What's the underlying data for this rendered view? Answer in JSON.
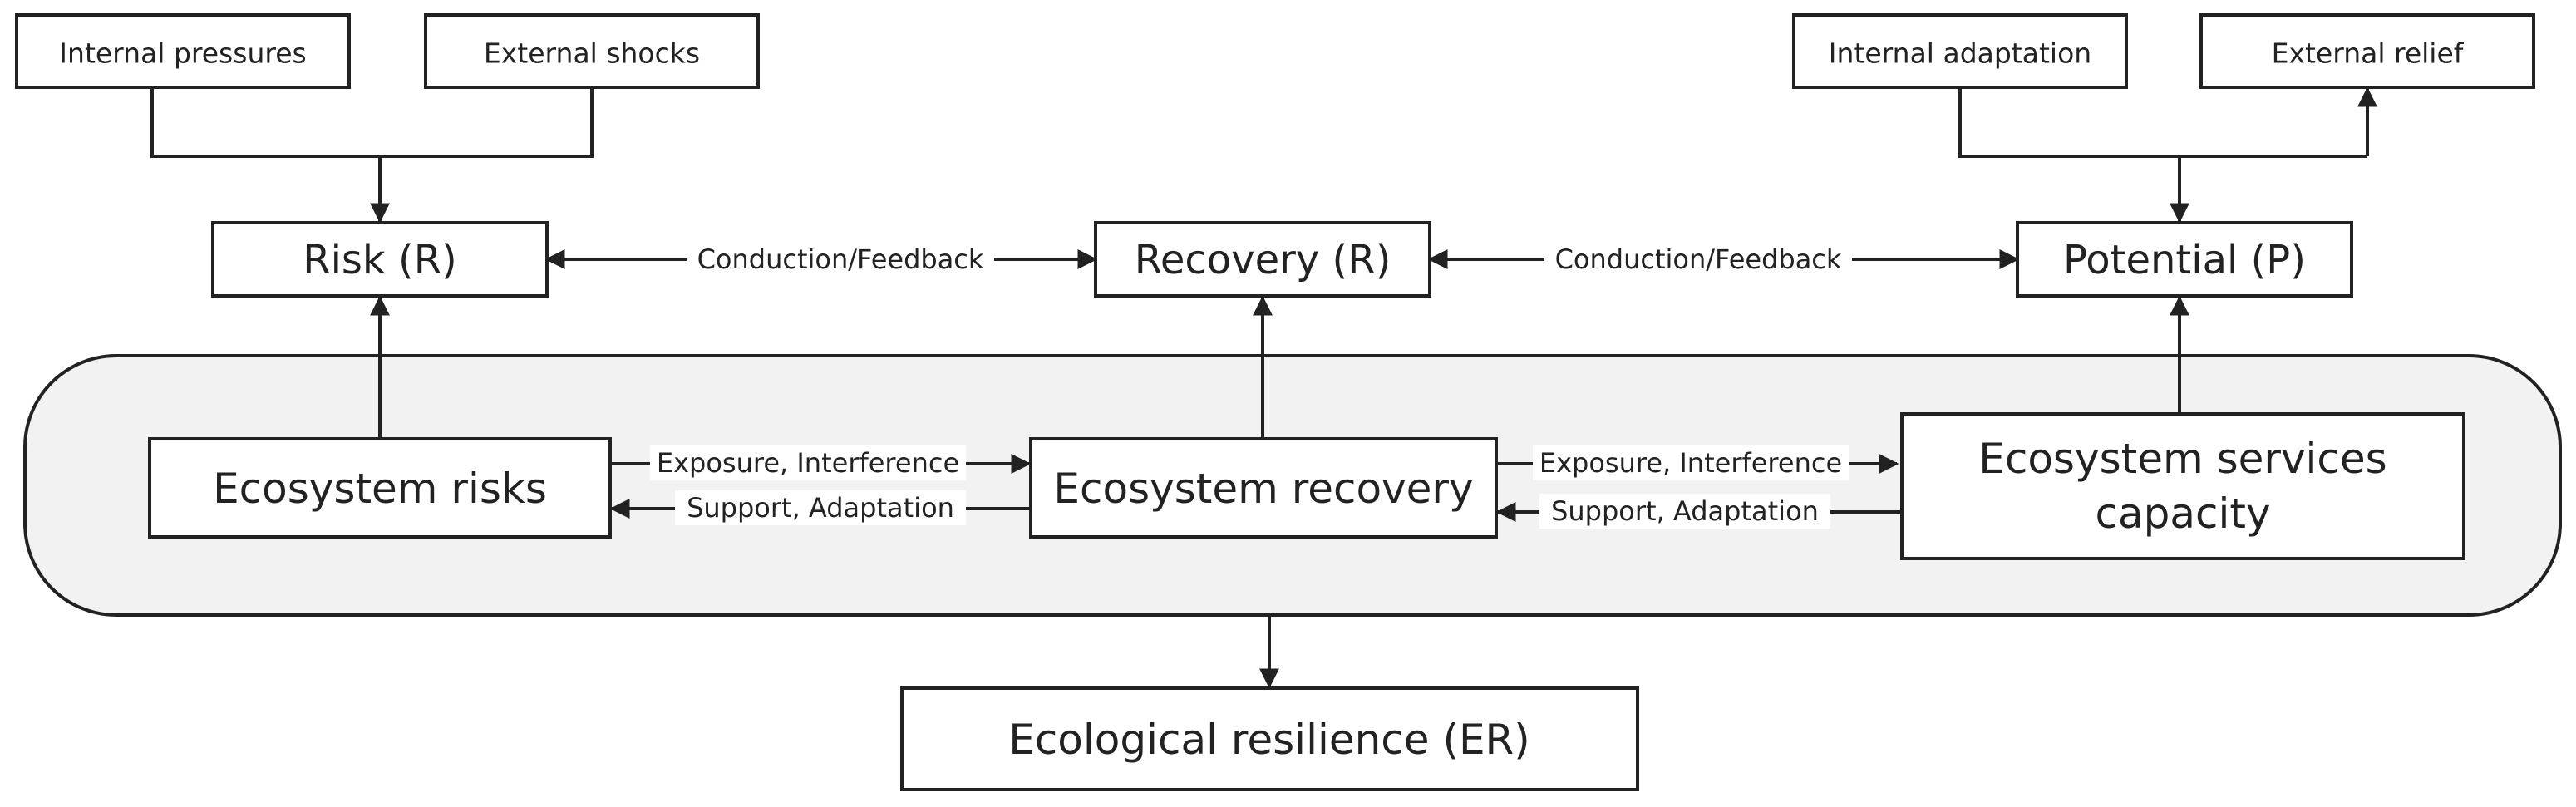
{
  "nodes": {
    "internal_pressures": "Internal pressures",
    "external_shocks": "External shocks",
    "internal_adaptation": "Internal adaptation",
    "external_relief": "External relief",
    "risk": "Risk (R)",
    "recovery": "Recovery (R)",
    "potential": "Potential (P)",
    "ecosystem_risks": "Ecosystem risks",
    "ecosystem_recovery": "Ecosystem recovery",
    "ecosystem_services_line1": "Ecosystem services",
    "ecosystem_services_line2": "capacity",
    "ecological_resilience": "Ecological resilience (ER)"
  },
  "edges": {
    "conduction_feedback_left": "Conduction/Feedback",
    "conduction_feedback_right": "Conduction/Feedback",
    "exposure_interference_left": "Exposure, Interference",
    "support_adaptation_left": "Support, Adaptation",
    "exposure_interference_right": "Exposure, Interference",
    "support_adaptation_right": "Support, Adaptation"
  },
  "colors": {
    "stroke": "#222222",
    "container_fill": "#f2f2f2",
    "box_fill": "#ffffff"
  }
}
